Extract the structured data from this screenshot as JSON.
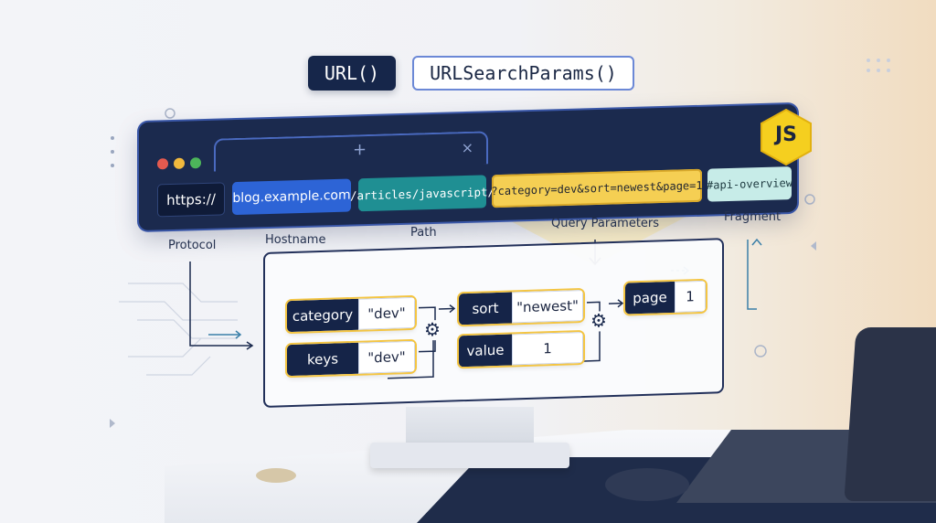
{
  "api": {
    "url": "URL()",
    "search_params": "URLSearchParams()"
  },
  "browser": {
    "close_glyph": "×",
    "new_tab_glyph": "+",
    "segments": {
      "protocol": "https://",
      "hostname": "blog.example.com",
      "path": "/articles/javascript/",
      "query": "?category=dev&sort=newest&page=1",
      "fragment": "#api-overview"
    }
  },
  "js_badge": "JS",
  "labels": {
    "protocol": "Protocol",
    "hostname": "Hostname",
    "path": "Path",
    "query": "Query Parameters",
    "fragment": "Fragment"
  },
  "params": [
    {
      "key": "category",
      "value": "\"dev\""
    },
    {
      "key": "keys",
      "value": "\"dev\""
    },
    {
      "key": "sort",
      "value": "\"newest\""
    },
    {
      "key": "value",
      "value": "1"
    },
    {
      "key": "page",
      "value": "1"
    }
  ],
  "colors": {
    "navy": "#1b2a4e",
    "hostname": "#2d64d6",
    "path": "#1f8f93",
    "query": "#f5cf53",
    "fragment": "#c7ece8",
    "js": "#f5cf1f"
  }
}
